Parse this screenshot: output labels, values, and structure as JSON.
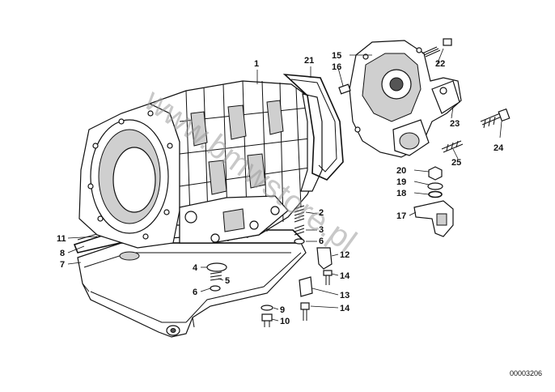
{
  "diagram": {
    "part_number": "00003206",
    "watermark": "www.bmwstore.pl",
    "colors": {
      "ink": "#111111",
      "paper": "#ffffff",
      "watermark": "#9a9a9a"
    },
    "callouts": [
      {
        "id": "c1",
        "label": "1"
      },
      {
        "id": "c21",
        "label": "21"
      },
      {
        "id": "c15",
        "label": "15"
      },
      {
        "id": "c16",
        "label": "16"
      },
      {
        "id": "c22",
        "label": "22"
      },
      {
        "id": "c23",
        "label": "23"
      },
      {
        "id": "c24",
        "label": "24"
      },
      {
        "id": "c25",
        "label": "25"
      },
      {
        "id": "c20",
        "label": "20"
      },
      {
        "id": "c19",
        "label": "19"
      },
      {
        "id": "c18",
        "label": "18"
      },
      {
        "id": "c17",
        "label": "17"
      },
      {
        "id": "c2",
        "label": "2"
      },
      {
        "id": "c3",
        "label": "3"
      },
      {
        "id": "c6a",
        "label": "6"
      },
      {
        "id": "c12",
        "label": "12"
      },
      {
        "id": "c14a",
        "label": "14"
      },
      {
        "id": "c13",
        "label": "13"
      },
      {
        "id": "c14b",
        "label": "14"
      },
      {
        "id": "c11",
        "label": "11"
      },
      {
        "id": "c8",
        "label": "8"
      },
      {
        "id": "c7",
        "label": "7"
      },
      {
        "id": "c4",
        "label": "4"
      },
      {
        "id": "c5",
        "label": "5"
      },
      {
        "id": "c6b",
        "label": "6"
      },
      {
        "id": "c9",
        "label": "9"
      },
      {
        "id": "c10",
        "label": "10"
      }
    ]
  }
}
